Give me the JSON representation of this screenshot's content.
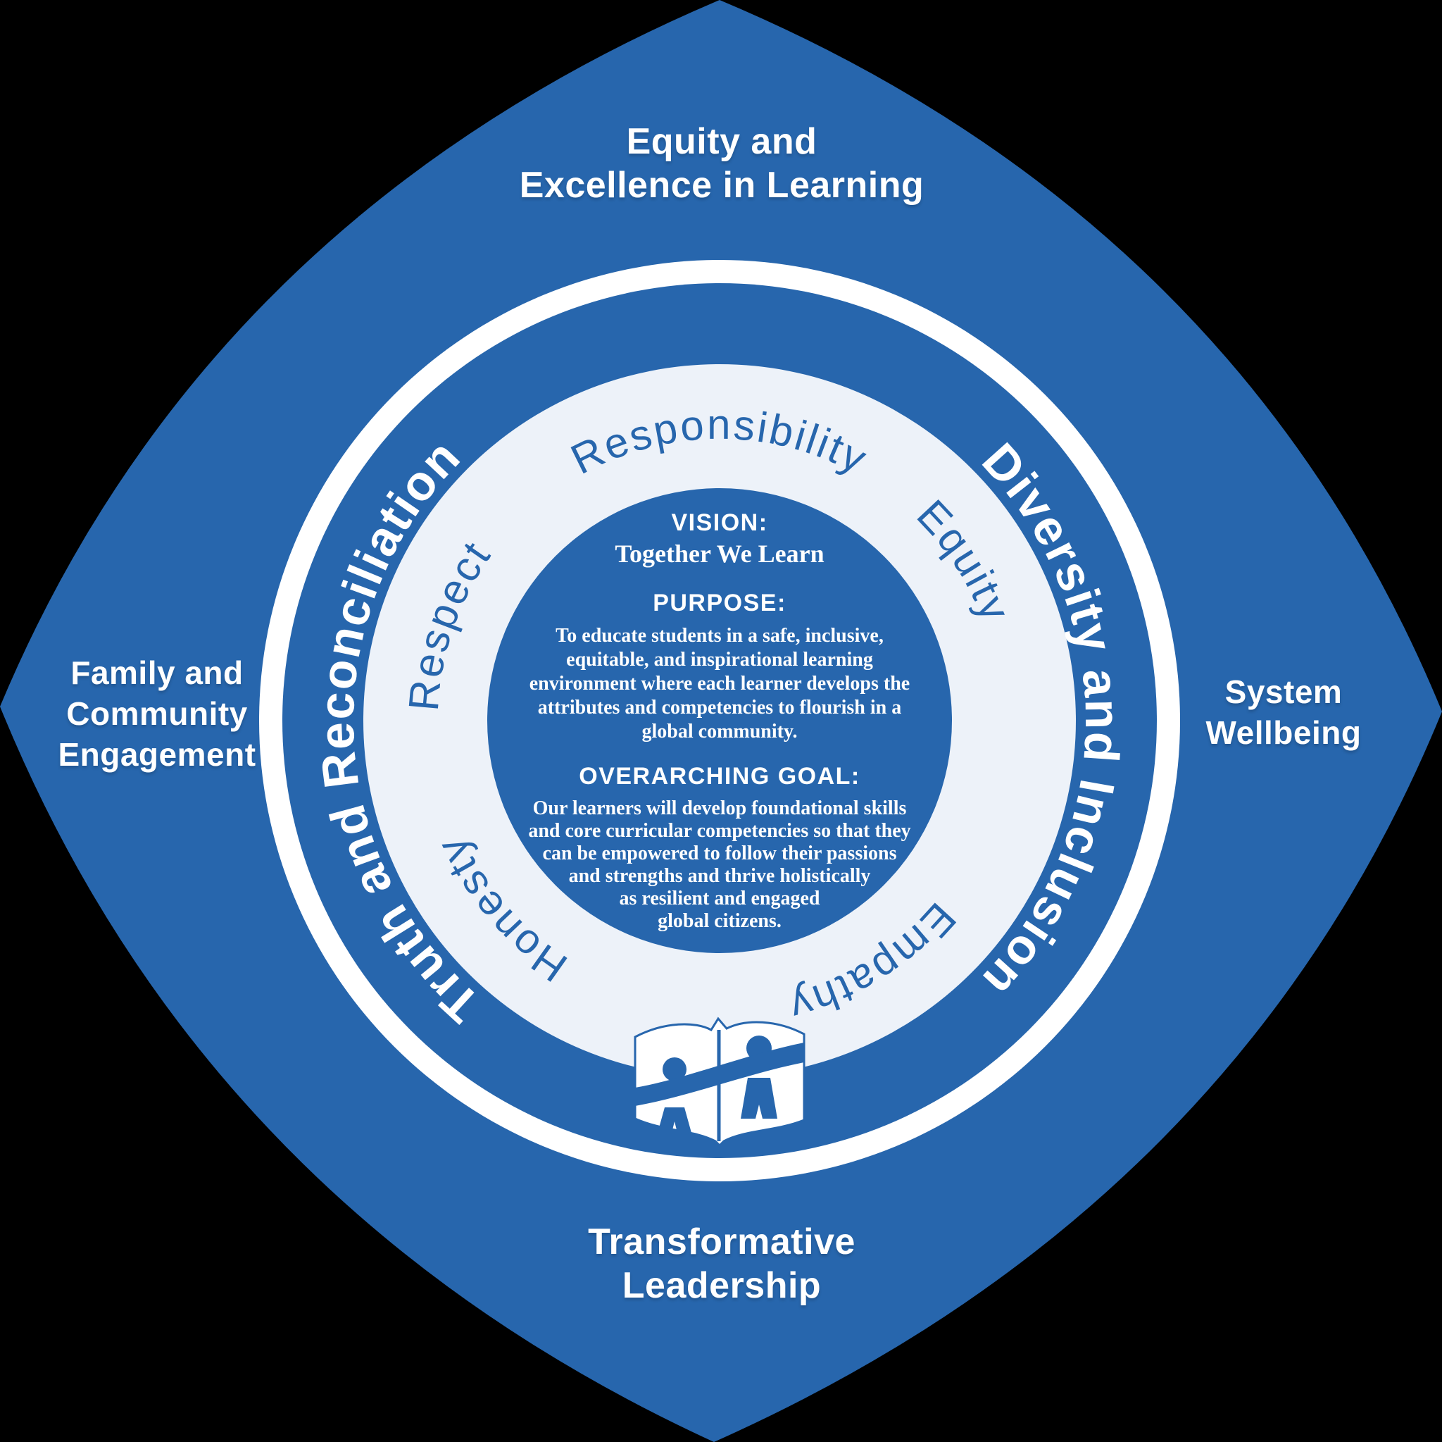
{
  "colors": {
    "brand_blue": "#2766ad",
    "light_ring": "#edf2f9",
    "white": "#ffffff",
    "background": "#000000"
  },
  "corner_labels": {
    "top": {
      "lines": [
        "Equity and",
        "Excellence in Learning"
      ]
    },
    "right": {
      "lines": [
        "System",
        "Wellbeing"
      ]
    },
    "bottom": {
      "lines": [
        "Transformative",
        "Leadership"
      ]
    },
    "left": {
      "lines": [
        "Family and",
        "Community",
        "Engagement"
      ]
    }
  },
  "outer_ring": {
    "left_arc_text": "Truth and Reconciliation",
    "right_arc_text": "Diversity and Inclusion"
  },
  "values_ring": {
    "top": "Responsibility",
    "upper_right": "Equity",
    "lower_right": "Empathy",
    "lower_left": "Honesty",
    "left": "Respect"
  },
  "center": {
    "vision_label": "VISION:",
    "vision_text": "Together We Learn",
    "purpose_label": "PURPOSE:",
    "purpose_lines": [
      "To educate students in a safe, inclusive,",
      "equitable, and inspirational learning",
      "environment where each learner develops the",
      "attributes and competencies to flourish in a",
      "global community."
    ],
    "goal_label": "OVERARCHING GOAL:",
    "goal_lines": [
      "Our learners will develop foundational skills",
      "and core curricular competencies so that they",
      "can be empowered to follow their passions",
      "and strengths and thrive holistically",
      "as resilient and engaged",
      "global citizens."
    ]
  },
  "logo": {
    "icon": "open-book-with-two-students-icon"
  }
}
